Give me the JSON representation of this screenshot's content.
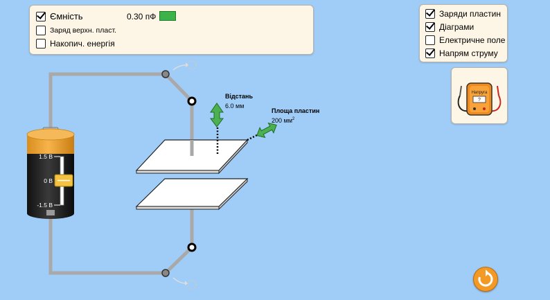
{
  "left_panel": {
    "capacitance": {
      "label": "Ємність",
      "value": "0.30 пФ",
      "checked": true,
      "bar_color": "#3cb34a"
    },
    "top_plate_charge": {
      "label": "Заряд верхн. пласт.",
      "checked": false
    },
    "stored_energy": {
      "label": "Накопич. енергія",
      "checked": false
    }
  },
  "right_panel": {
    "plate_charges": {
      "label": "Заряди пластин",
      "checked": true
    },
    "bar_graphs": {
      "label": "Діаграми",
      "checked": true
    },
    "electric_field": {
      "label": "Електричне поле",
      "checked": false
    },
    "current_direction": {
      "label": "Напрям струму",
      "checked": true
    }
  },
  "voltmeter": {
    "label": "Напруга",
    "value": "?"
  },
  "battery": {
    "tick_top": "1.5 В",
    "tick_mid": "0 В",
    "tick_bottom": "-1.5 В",
    "voltage_v": 0
  },
  "separation": {
    "label": "Відстань",
    "value": "6.0 мм"
  },
  "plate_area": {
    "label": "Площа пластин",
    "value": "200 мм",
    "unit_sup": "2"
  },
  "colors": {
    "accent_green": "#4caf50",
    "battery_orange": "#f4a93b",
    "reset_orange": "#f39a26"
  }
}
